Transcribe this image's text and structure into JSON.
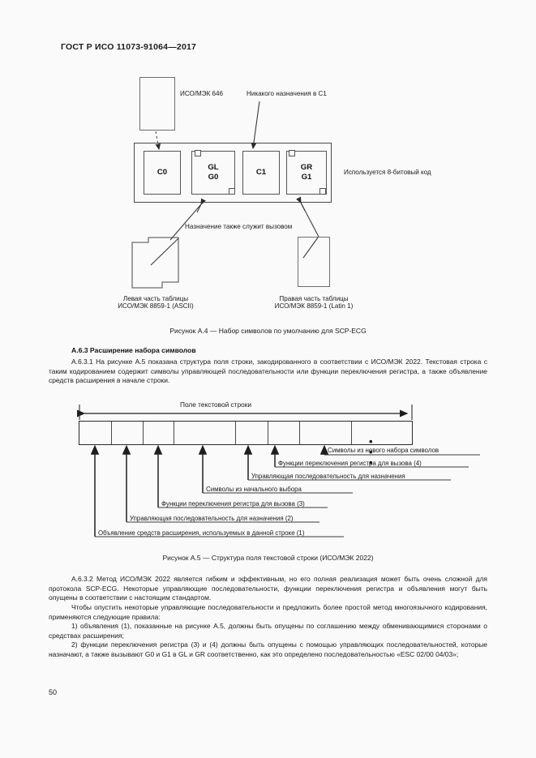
{
  "document": {
    "running_head": "ГОСТ Р ИСО 11073-91064—2017",
    "page_number": "50"
  },
  "figure_a4": {
    "caption": "Рисунок А.4 — Набор символов по умолчанию для SCP-ECG",
    "labels": {
      "iso646": "ИСО/МЭК 646",
      "no_assignment_c1": "Никакого назначения в С1",
      "eight_bit": "Используется 8-битовый код",
      "assignment_also_invocation": "Назначение также служит вызовом",
      "left_table_line1": "Левая часть таблицы",
      "left_table_line2": "ИСО/МЭК 8859-1 (ASCII)",
      "right_table_line1": "Правая часть таблицы",
      "right_table_line2": "ИСО/МЭК 8859-1 (Latin 1)"
    },
    "cells": [
      {
        "line1": "C0",
        "line2": ""
      },
      {
        "line1": "GL",
        "line2": "G0"
      },
      {
        "line1": "C1",
        "line2": ""
      },
      {
        "line1": "GR",
        "line2": "G1"
      }
    ]
  },
  "section_a63": {
    "heading": "А.6.3 Расширение набора символов",
    "p1": "А.6.3.1 На рисунке А.5 показана структура поля строки, закодированного в соответствии с ИСО/МЭК 2022. Текстовая строка с таким кодированием содержит символы управляющей последовательности или функции переключения регистра, а также объявление средств расширения в начале строки."
  },
  "figure_a5": {
    "title": "Поле текстовой строки",
    "dots": "• • •",
    "caption": "Рисунок А.5 — Структура поля текстовой строки (ИСО/МЭК 2022)",
    "callouts": [
      "Символы из нового набора символов",
      "Функции переключения регистра для вызова (4)",
      "Управляющая последовательность для назначения",
      "Символы из начального выбора",
      "Функции переключения регистра для вызова (3)",
      "Управляющая последовательность для назначения (2)",
      "Объявление средств расширения, используемых в данной строке (1)"
    ]
  },
  "section_a632": {
    "p1": "А.6.3.2 Метод ИСО/МЭК 2022 является гибким и эффективным, но его полная реализация может быть очень сложной для протокола SCP-ECG. Некоторые управляющие последовательности, функции переключения регистра и объявления могут быть опущены в соответствии с настоящим стандартом.",
    "p2": "Чтобы опустить некоторые управляющие последовательности и предложить более простой метод многоязычного кодирования, применяются следующие правила:",
    "p3": "1) объявления (1), показанные на рисунке А.5, должны быть опущены по соглашению между обменивающимися сторонами о средствах расширения;",
    "p4": "2) функции переключения регистра (3) и (4) должны быть опущены с помощью управляющих последовательностей, которые назначают, а также вызывают G0 и G1 в GL и GR соответственно, как это определено последовательностью «ESC 02/00 04/03»;"
  }
}
